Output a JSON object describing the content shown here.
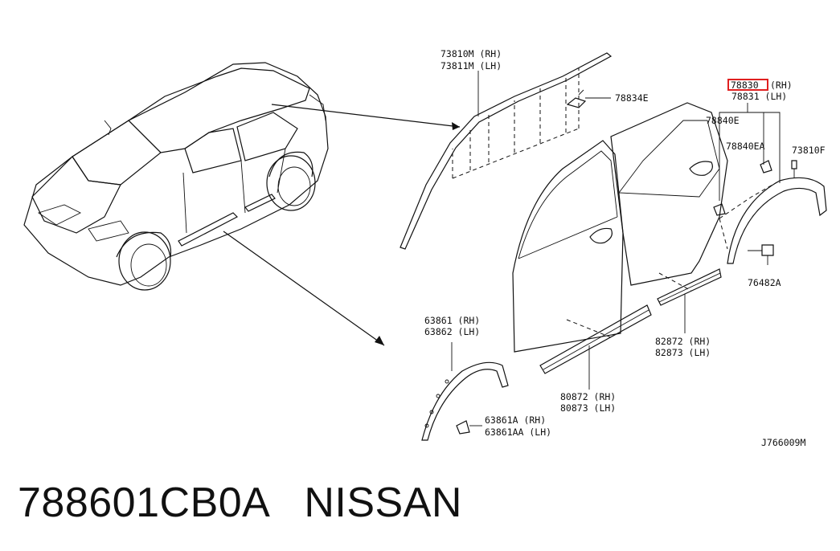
{
  "diagram_code": "J766009M",
  "caption": {
    "part_number": "788601CB0A",
    "brand": "NISSAN"
  },
  "callouts": {
    "roof_molding_rh": "73810M (RH)",
    "roof_molding_lh": "73811M (LH)",
    "clip_78834e": "78834E",
    "highlighted_part": "78830",
    "highlighted_side": "(RH)",
    "part_78831": "78831 (LH)",
    "clip_78840e": "78840E",
    "clip_78840ea": "78840EA",
    "clip_73810f": "73810F",
    "screw_76482a": "76482A",
    "sill_82872": "82872 (RH)",
    "sill_82873": "82873 (LH)",
    "sill_80872": "80872 (RH)",
    "sill_80873": "80873 (LH)",
    "arch_63861": "63861 (RH)",
    "arch_63862": "63862 (LH)",
    "clip_63861a": "63861A  (RH)",
    "clip_63861aa": "63861AA (LH)"
  },
  "colors": {
    "line": "#111111",
    "highlight": "#e02020"
  }
}
